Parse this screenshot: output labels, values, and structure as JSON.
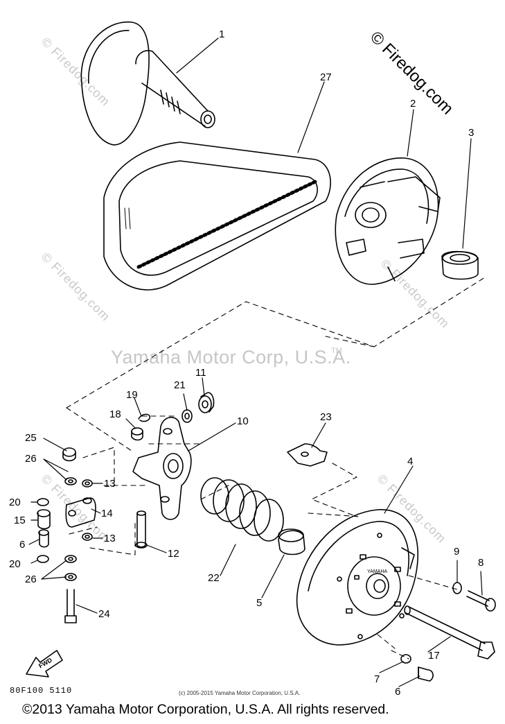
{
  "watermark": {
    "main": "© Firedog.com",
    "faint": "© Firedog.com"
  },
  "corp_watermark": "Yamaha Motor Corp, U.S.A.",
  "tm_mark": "TM",
  "fwd_label": "FWD",
  "diagram_code": "80F100 5110",
  "small_copyright": "(c) 2005-2015 Yamaha Motor Corporation, U.S.A.",
  "footer_copyright": "©2013 Yamaha Motor Corporation, U.S.A. All rights reserved.",
  "sheave_text": "YAMAHA",
  "callouts": {
    "c1": "1",
    "c2": "2",
    "c3": "3",
    "c4": "4",
    "c5": "5",
    "c6a": "6",
    "c6b": "6",
    "c7": "7",
    "c8": "8",
    "c9": "9",
    "c10": "10",
    "c11": "11",
    "c12": "12",
    "c13a": "13",
    "c13b": "13",
    "c14": "14",
    "c15": "15",
    "c17": "17",
    "c18": "18",
    "c19": "19",
    "c20a": "20",
    "c20b": "20",
    "c21": "21",
    "c22": "22",
    "c23": "23",
    "c24": "24",
    "c25": "25",
    "c26a": "26",
    "c26b": "26",
    "c27": "27"
  }
}
